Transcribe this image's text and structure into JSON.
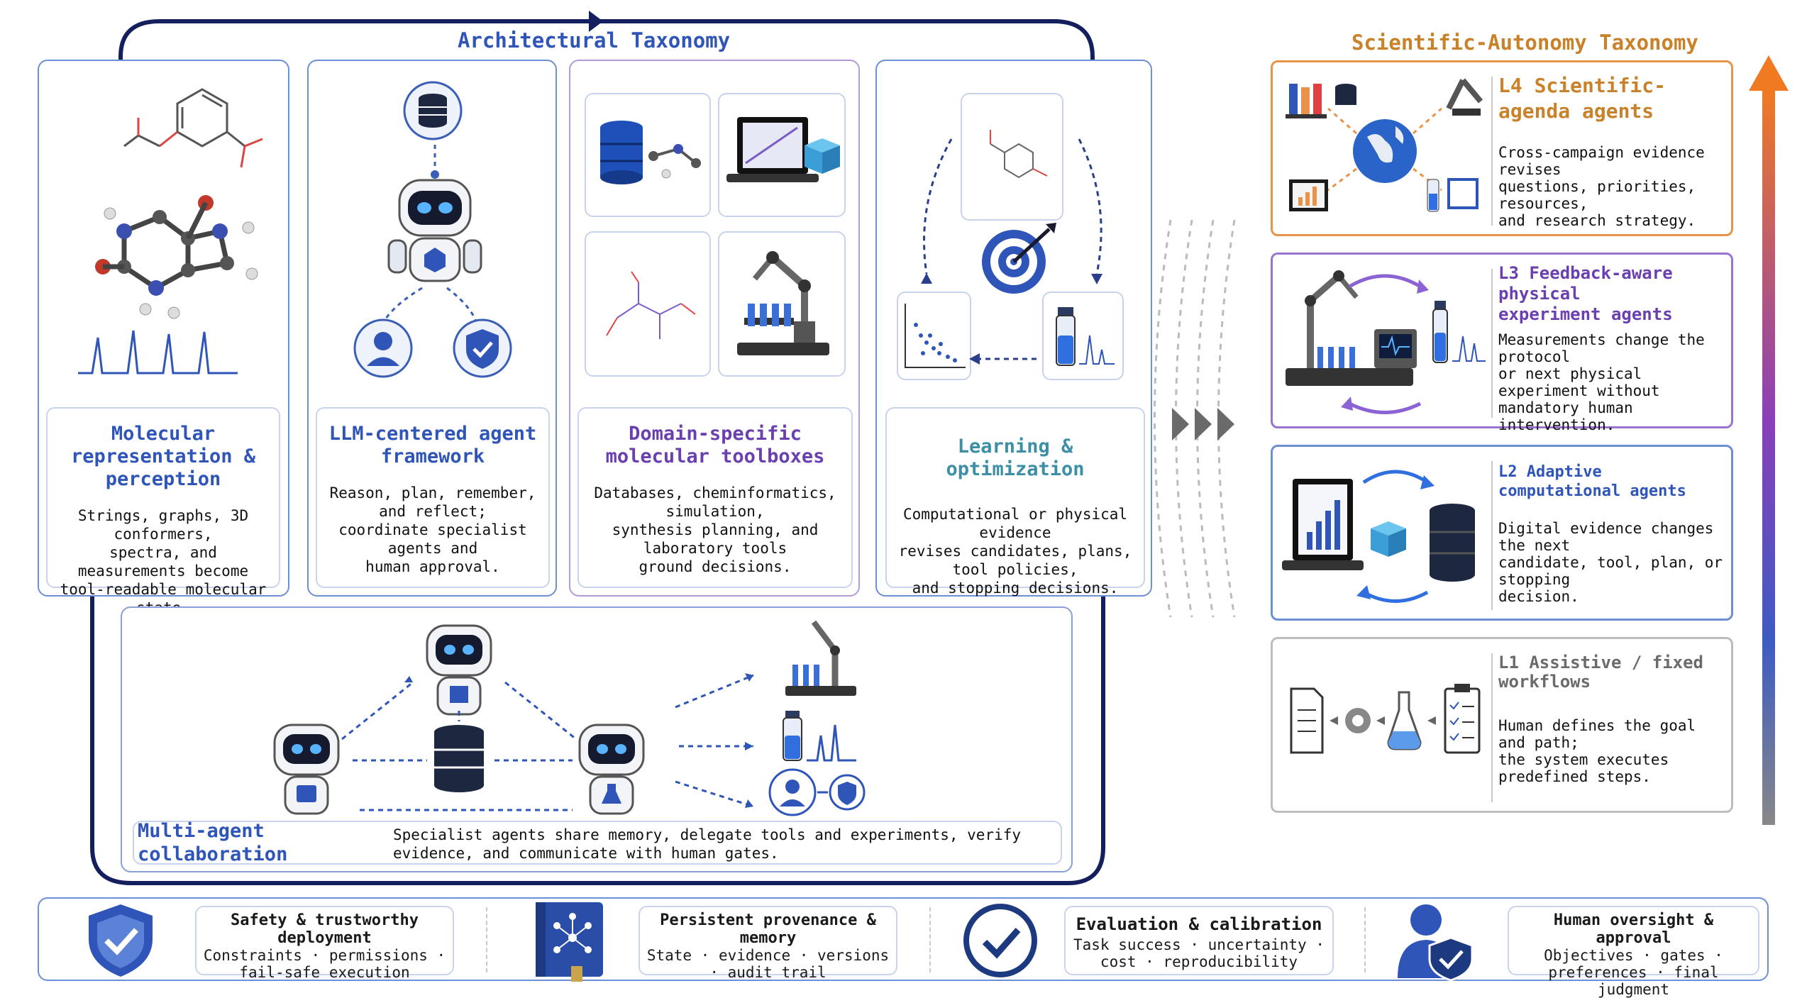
{
  "left_title": "Architectural Taxonomy",
  "right_title": "Scientific-Autonomy Taxonomy",
  "colors": {
    "navy": "#14205e",
    "blue": "#2f55b8",
    "purple": "#6a3fb0",
    "teal": "#3d8fa6",
    "orange": "#c9822a",
    "gray": "#8a8a8a"
  },
  "panels": [
    {
      "title": "Molecular representation & perception",
      "body": "Strings, graphs, 3D conformers,\nspectra, and measurements become\ntool-readable molecular state."
    },
    {
      "title": "LLM-centered agent framework",
      "body": "Reason, plan, remember, and reflect;\ncoordinate specialist agents and\nhuman approval."
    },
    {
      "title": "Domain-specific molecular toolboxes",
      "body": "Databases, cheminformatics, simulation,\nsynthesis planning, and laboratory tools\nground decisions."
    },
    {
      "title": "Learning & optimization",
      "body": "Computational or physical evidence\nrevises candidates, plans, tool policies,\nand stopping decisions."
    }
  ],
  "multi_agent": {
    "title": "Multi-agent collaboration",
    "body": "Specialist agents share memory, delegate tools and experiments, verify evidence, and communicate with human gates."
  },
  "levels": [
    {
      "title": "L4 Scientific-agenda agents",
      "body": "Cross-campaign evidence revises\nquestions, priorities, resources,\nand research strategy."
    },
    {
      "title": "L3 Feedback-aware physical experiment agents",
      "body": "Measurements change the protocol\nor next physical experiment without\nmandatory human intervention."
    },
    {
      "title": "L2 Adaptive computational agents",
      "body": "Digital evidence changes the next\ncandidate, tool, plan, or stopping\ndecision."
    },
    {
      "title": "L1 Assistive / fixed workflows",
      "body": "Human defines the goal and path;\nthe system executes\npredefined steps."
    }
  ],
  "bottom": [
    {
      "title": "Safety & trustworthy deployment",
      "body": "Constraints · permissions · fail-safe execution"
    },
    {
      "title": "Persistent provenance & memory",
      "body": "State · evidence · versions · audit trail"
    },
    {
      "title": "Evaluation & calibration",
      "body": "Task success · uncertainty · cost · reproducibility"
    },
    {
      "title": "Human oversight & approval",
      "body": "Objectives · gates · preferences · final judgment"
    }
  ]
}
